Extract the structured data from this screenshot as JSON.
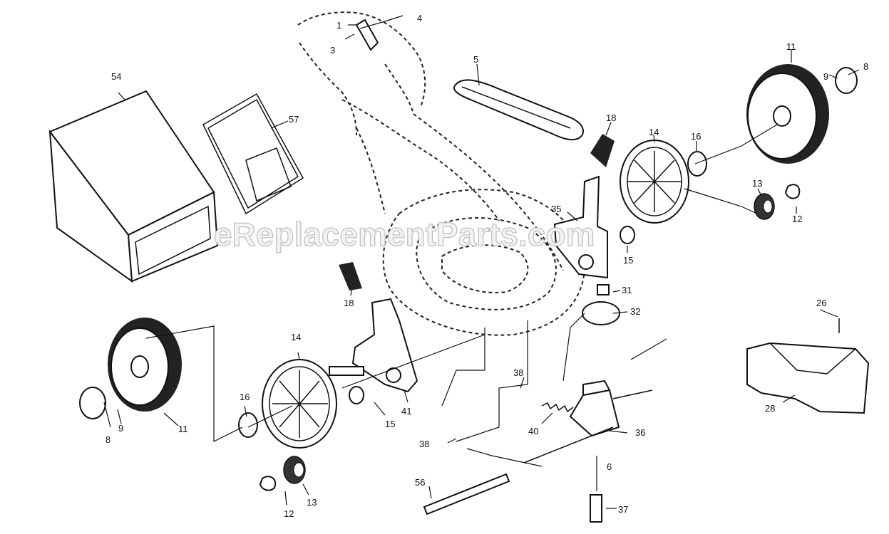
{
  "watermark": "eReplacementParts.com",
  "callouts": {
    "c1": "1",
    "c3": "3",
    "c4": "4",
    "c5": "5",
    "c6": "6",
    "c8a": "8",
    "c8b": "8",
    "c9a": "9",
    "c9b": "9",
    "c11a": "11",
    "c11b": "11",
    "c12a": "12",
    "c12b": "12",
    "c13a": "13",
    "c13b": "13",
    "c14a": "14",
    "c14b": "14",
    "c15a": "15",
    "c15b": "15",
    "c16a": "16",
    "c16b": "16",
    "c18a": "18",
    "c18b": "18",
    "c26": "26",
    "c28": "28",
    "c31": "31",
    "c32": "32",
    "c35": "35",
    "c36": "36",
    "c37": "37",
    "c38a": "38",
    "c38b": "38",
    "c40": "40",
    "c41": "41",
    "c54": "54",
    "c56": "56",
    "c57": "57"
  }
}
